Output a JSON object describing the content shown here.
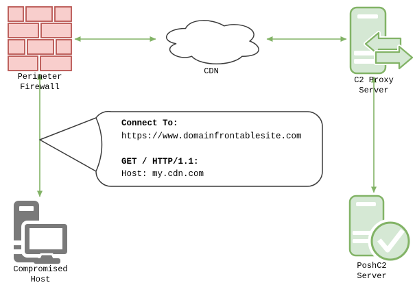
{
  "diagram": {
    "type": "network-flow-diagram",
    "topic": "Domain fronting C2 traffic flow",
    "nodes": {
      "perimeter_firewall": {
        "icon": "firewall-brick-wall-icon",
        "line1": "Perimeter",
        "line2": "Firewall"
      },
      "cdn": {
        "icon": "cloud-icon",
        "label": "CDN"
      },
      "c2_proxy_server": {
        "icon": "proxy-server-icon",
        "line1": "C2 Proxy",
        "line2": "Server"
      },
      "compromised_host": {
        "icon": "desktop-computer-icon",
        "line1": "Compromised",
        "line2": "Host"
      },
      "poshc2_server": {
        "icon": "server-check-icon",
        "line1": "PoshC2",
        "line2": "Server"
      }
    },
    "connectors": [
      {
        "from": "perimeter_firewall",
        "to": "cdn",
        "style": "double-arrow"
      },
      {
        "from": "cdn",
        "to": "c2_proxy_server",
        "style": "double-arrow"
      },
      {
        "from": "perimeter_firewall",
        "to": "compromised_host",
        "style": "double-arrow"
      },
      {
        "from": "c2_proxy_server",
        "to": "poshc2_server",
        "style": "double-arrow"
      }
    ],
    "callout": {
      "points_to": "perimeter_firewall-compromised_host-connector",
      "request1_label": "Connect To:",
      "request1_value": "https://www.domainfrontablesite.com",
      "request2_label": "GET / HTTP/1.1:",
      "request2_value": "Host: my.cdn.com"
    },
    "colors": {
      "firewall_fill": "#f8cecc",
      "firewall_stroke": "#b85450",
      "green_fill": "#d5e8d4",
      "green_stroke": "#82b366",
      "arrow_green": "#82b366",
      "host_gray": "#7a7a7a",
      "outline_dark": "#3c3c3c",
      "background": "#ffffff"
    }
  }
}
